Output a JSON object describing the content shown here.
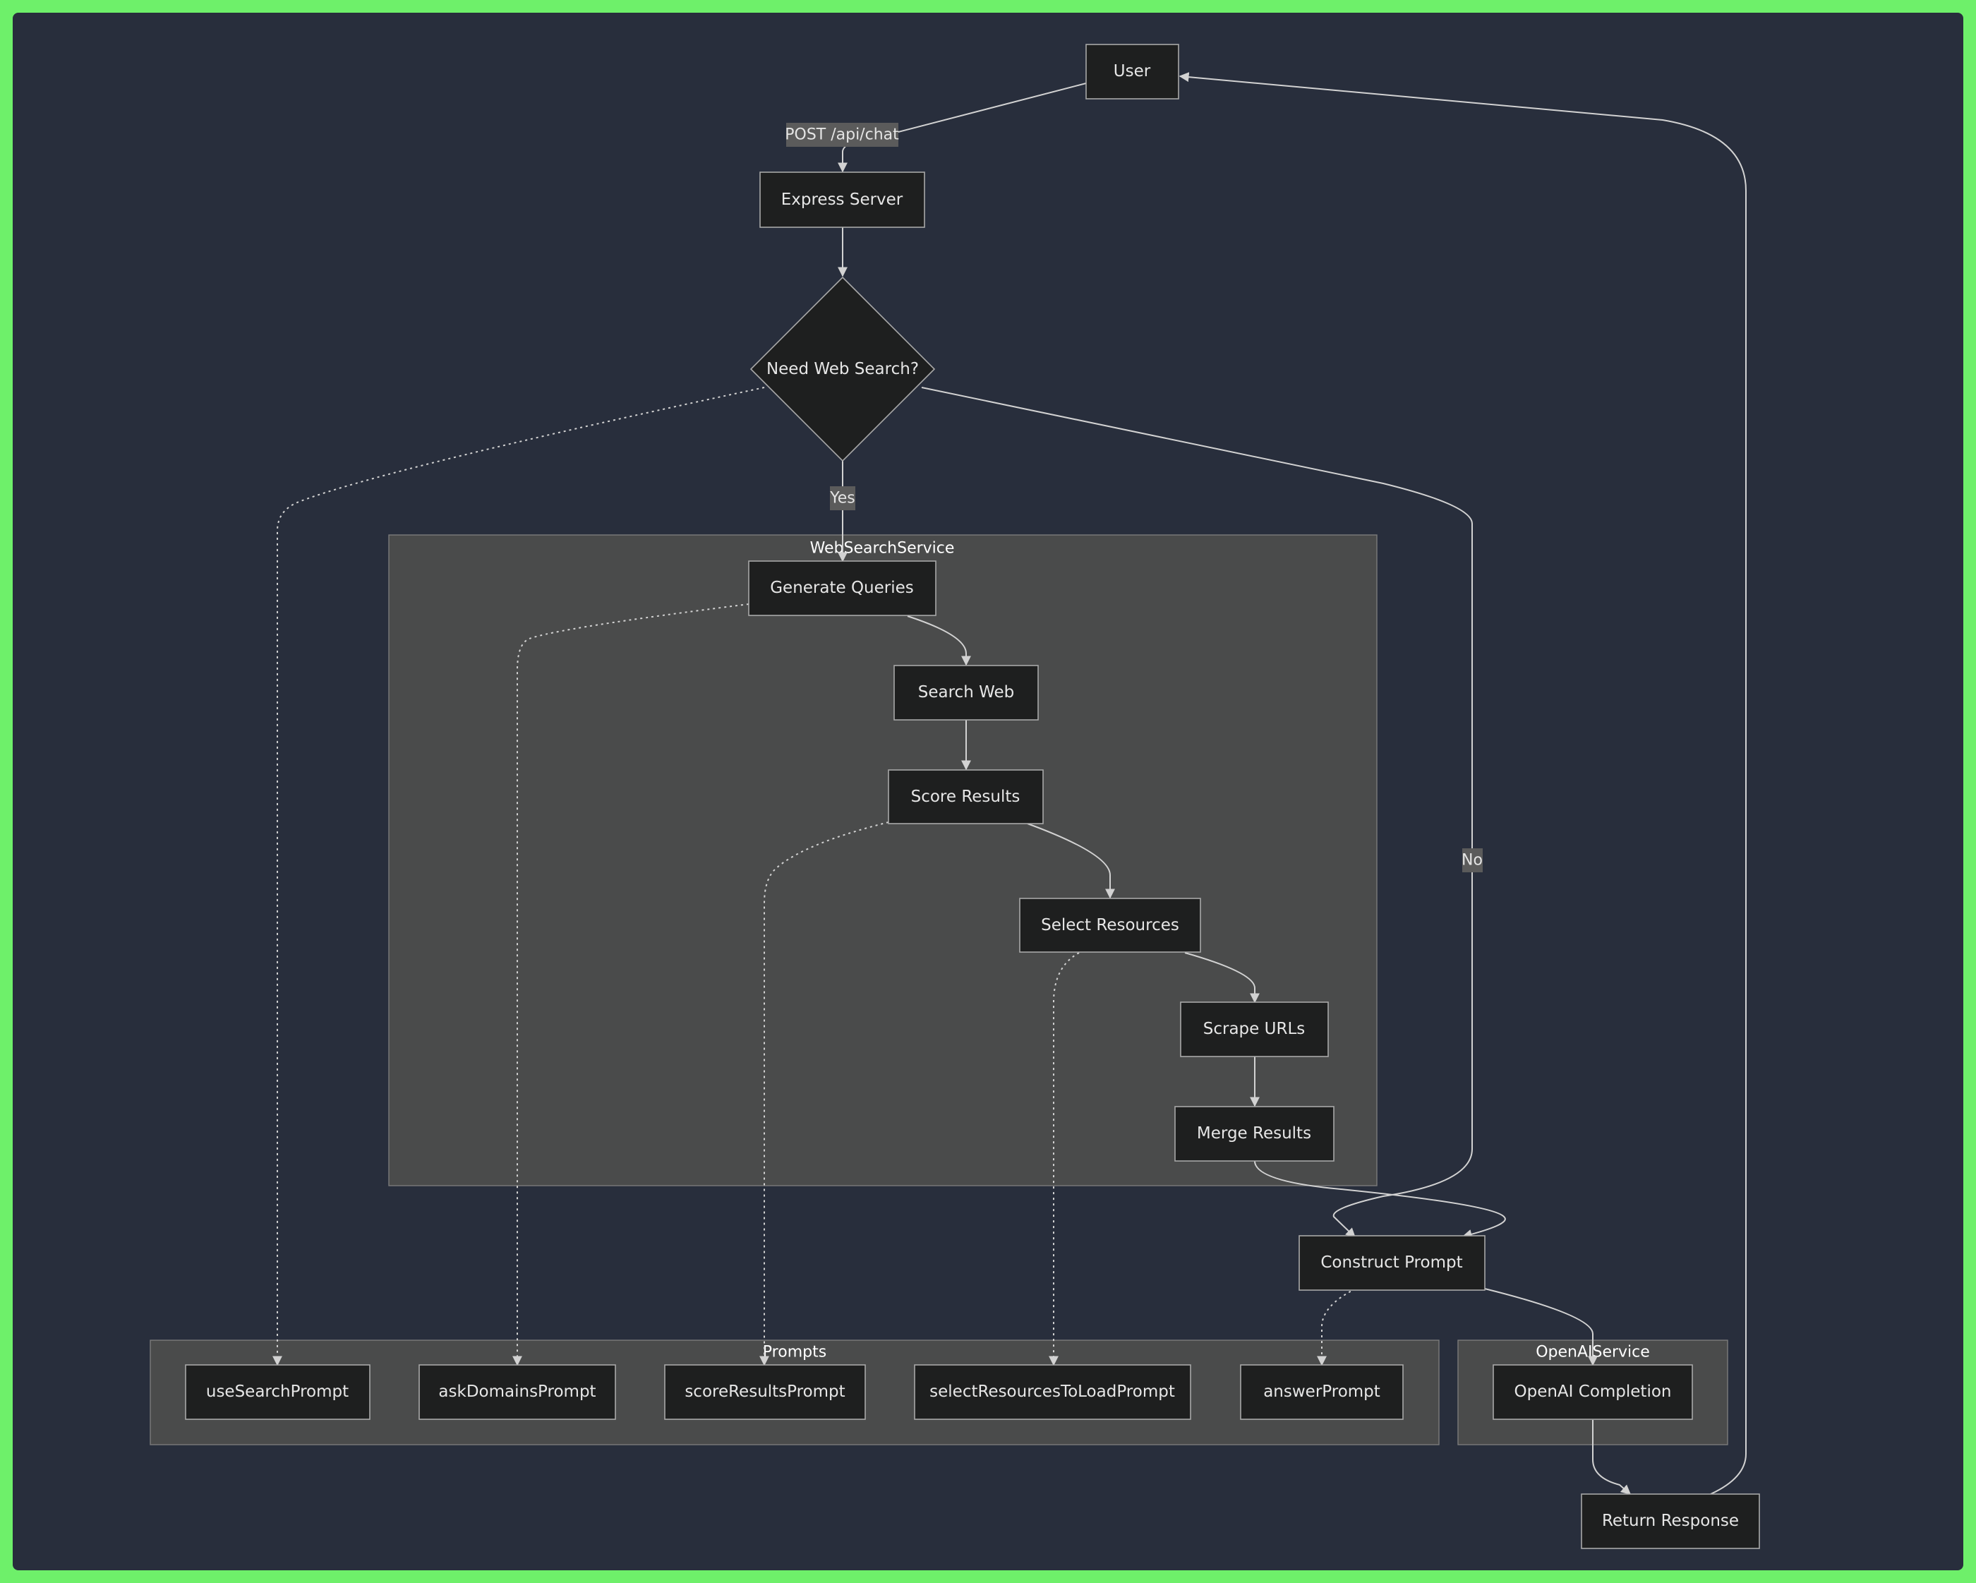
{
  "colors": {
    "frame_border": "#6ef06a",
    "background": "#282e3c",
    "node_fill": "#1e1f1f",
    "node_stroke": "#a8a8a8",
    "cluster_fill": "#4a4b4b",
    "edge": "#d2d2d2",
    "edge_label_bg": "#5b5b5b"
  },
  "clusters": {
    "websearch": {
      "title": "WebSearchService"
    },
    "prompts": {
      "title": "Prompts"
    },
    "openai": {
      "title": "OpenAIService"
    }
  },
  "nodes": {
    "user": {
      "label": "User"
    },
    "express_server": {
      "label": "Express Server"
    },
    "need_web_search": {
      "label": "Need Web Search?"
    },
    "generate_queries": {
      "label": "Generate Queries"
    },
    "search_web": {
      "label": "Search Web"
    },
    "score_results": {
      "label": "Score Results"
    },
    "select_resources": {
      "label": "Select Resources"
    },
    "scrape_urls": {
      "label": "Scrape URLs"
    },
    "merge_results": {
      "label": "Merge Results"
    },
    "construct_prompt": {
      "label": "Construct Prompt"
    },
    "use_search_prompt": {
      "label": "useSearchPrompt"
    },
    "ask_domains_prompt": {
      "label": "askDomainsPrompt"
    },
    "score_results_prompt": {
      "label": "scoreResultsPrompt"
    },
    "select_resources_to_load_prompt": {
      "label": "selectResourcesToLoadPrompt"
    },
    "answer_prompt": {
      "label": "answerPrompt"
    },
    "openai_completion": {
      "label": "OpenAI Completion"
    },
    "return_response": {
      "label": "Return Response"
    }
  },
  "edges": [
    {
      "from": "User",
      "to": "Express Server",
      "label": "POST /api/chat",
      "style": "solid"
    },
    {
      "from": "Express Server",
      "to": "Need Web Search?",
      "label": "",
      "style": "solid"
    },
    {
      "from": "Need Web Search?",
      "to": "Generate Queries",
      "label": "Yes",
      "style": "solid"
    },
    {
      "from": "Need Web Search?",
      "to": "Construct Prompt",
      "label": "No",
      "style": "solid"
    },
    {
      "from": "Need Web Search?",
      "to": "useSearchPrompt",
      "label": "",
      "style": "dotted"
    },
    {
      "from": "Generate Queries",
      "to": "Search Web",
      "label": "",
      "style": "solid"
    },
    {
      "from": "Generate Queries",
      "to": "askDomainsPrompt",
      "label": "",
      "style": "dotted"
    },
    {
      "from": "Search Web",
      "to": "Score Results",
      "label": "",
      "style": "solid"
    },
    {
      "from": "Score Results",
      "to": "Select Resources",
      "label": "",
      "style": "solid"
    },
    {
      "from": "Score Results",
      "to": "scoreResultsPrompt",
      "label": "",
      "style": "dotted"
    },
    {
      "from": "Select Resources",
      "to": "Scrape URLs",
      "label": "",
      "style": "solid"
    },
    {
      "from": "Select Resources",
      "to": "selectResourcesToLoadPrompt",
      "label": "",
      "style": "dotted"
    },
    {
      "from": "Scrape URLs",
      "to": "Merge Results",
      "label": "",
      "style": "solid"
    },
    {
      "from": "Merge Results",
      "to": "Construct Prompt",
      "label": "",
      "style": "solid"
    },
    {
      "from": "Construct Prompt",
      "to": "OpenAI Completion",
      "label": "",
      "style": "solid"
    },
    {
      "from": "Construct Prompt",
      "to": "answerPrompt",
      "label": "",
      "style": "dotted"
    },
    {
      "from": "OpenAI Completion",
      "to": "Return Response",
      "label": "",
      "style": "solid"
    },
    {
      "from": "Return Response",
      "to": "User",
      "label": "",
      "style": "solid"
    }
  ],
  "edge_labels": {
    "post": "POST /api/chat",
    "yes": "Yes",
    "no": "No"
  }
}
